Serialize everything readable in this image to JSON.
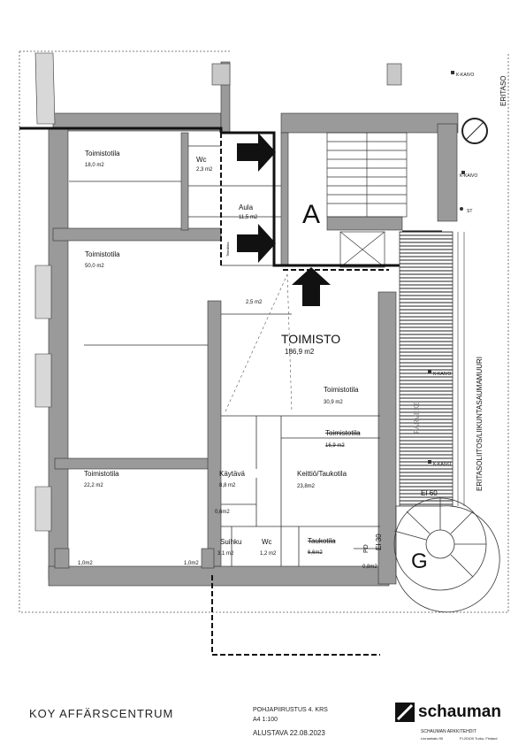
{
  "rooms": {
    "toimistotila_1": {
      "name": "Toimistotila",
      "area": "18,0 m2"
    },
    "wc_1": {
      "name": "Wc",
      "area": "2,3 m2"
    },
    "aula": {
      "name": "Aula",
      "area": "11,5 m2"
    },
    "stair_a": {
      "name": "A"
    },
    "toimistotila_2": {
      "name": "Toimistotila",
      "area": "50,0 m2"
    },
    "small_2_5": {
      "area": "2,5 m2"
    },
    "toimisto": {
      "name": "TOIMISTO",
      "area": "186,9 m2"
    },
    "toimistotila_3": {
      "name": "Toimistotila",
      "area": "30,9 m2"
    },
    "toimistotila_struck": {
      "name": "Toimistotila",
      "area": "16,9 m2"
    },
    "keittio": {
      "name": "Keittiö/Taukotila",
      "area": "23,8m2"
    },
    "kaytava": {
      "name": "Käytävä",
      "area": "8,8 m2"
    },
    "toimistotila_4": {
      "name": "Toimistotila",
      "area": "22,2 m2"
    },
    "small_0_6": {
      "area": "0,6m2"
    },
    "suihku": {
      "name": "Suihku",
      "area": "3,1 m2"
    },
    "wc_2": {
      "name": "Wc",
      "area": "1,2 m2"
    },
    "taukotila": {
      "name": "Taukotila",
      "area": "6,6m2"
    },
    "small_1_0_a": {
      "area": "1,0m2"
    },
    "small_1_0_b": {
      "area": "1,0m2"
    },
    "small_0_8": {
      "area": "0,8m2"
    },
    "stair_g": {
      "name": "G"
    }
  },
  "annotations": {
    "parveke": "PARVEKE",
    "side_label": "ERITASOLIITOS/LIIKUNTASAUMAMUURI",
    "eritaso_top": "ERITASO",
    "kaivo_1": "K-KAIVO",
    "kaivo_2": "K-KAIVO",
    "kaivo_3": "K-KAIVO",
    "kaivo_4": "K-KAIVO",
    "st": "ST",
    "ei60": "EI 60",
    "ei30": "EI 30",
    "pd": "PD",
    "tekniikka": "Tekniikka"
  },
  "title_block": {
    "project": "KOY AFFÄRSCENTRUM",
    "drawing": "POHJAPIIRUSTUS 4. KRS",
    "scale": "A4 1:100",
    "status": "ALUSTAVA 22.08.2023",
    "logo_text": "schauman",
    "office": "SCHAUMAN ARKKITEHDIT",
    "address_1": "Linnankatu 90",
    "address_2": "FI-20100 Turku, Finland"
  },
  "colors": {
    "wall": "#9a9a9a",
    "line": "#222222",
    "hatch": "#555555"
  }
}
